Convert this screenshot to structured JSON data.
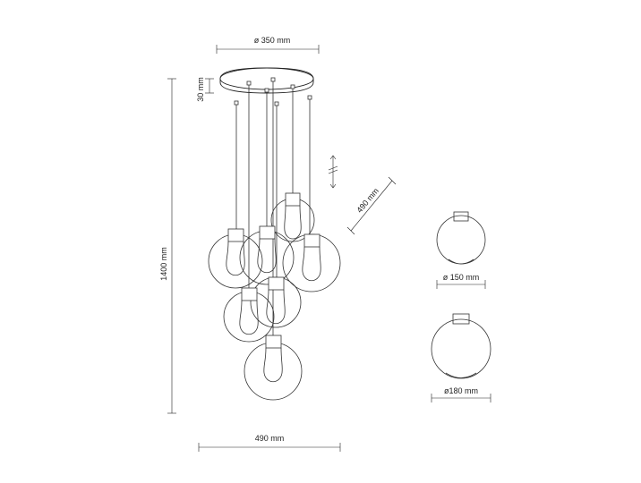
{
  "dimensions": {
    "canopy_diameter": "ø 350 mm",
    "canopy_height": "30 mm",
    "total_height": "1400 mm",
    "adjustable_width": "490 mm",
    "bottom_width": "490 mm",
    "shade_small": "ø 150 mm",
    "shade_large": "ø180 mm"
  }
}
